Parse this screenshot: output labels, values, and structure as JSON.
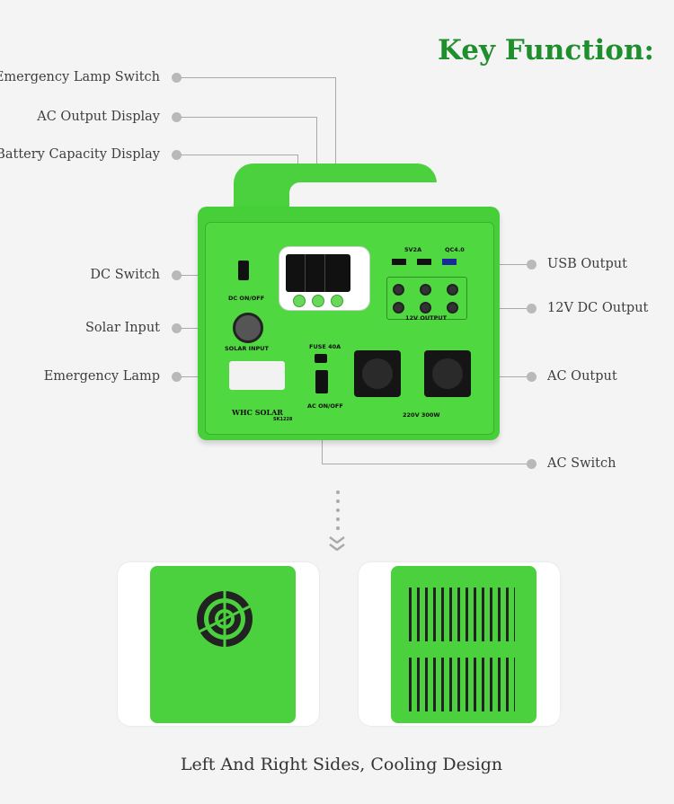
{
  "header": {
    "title": "Key Function:"
  },
  "labels_left": [
    "Emergency Lamp Switch",
    "AC Output Display",
    "Battery Capacity Display",
    "DC Switch",
    "Solar Input",
    "Emergency Lamp"
  ],
  "labels_right": [
    "USB Output",
    "12V DC Output",
    "AC Output",
    "AC Switch"
  ],
  "device_text": {
    "dc_switch": "DC ON/OFF",
    "solar_input": "SOLAR INPUT",
    "brand": "WHC SOLAR",
    "model": "SK1228",
    "fuse": "FUSE 40A",
    "ac_switch": "AC ON/OFF",
    "usb": "5V2A",
    "qc": "QC4.0",
    "dc12": "12V OUTPUT",
    "ac_rating": "220V 300W"
  },
  "caption": "Left And Right Sides, Cooling Design",
  "colors": {
    "accent": "#1f8f2d",
    "device_green": "#4bd13d"
  }
}
